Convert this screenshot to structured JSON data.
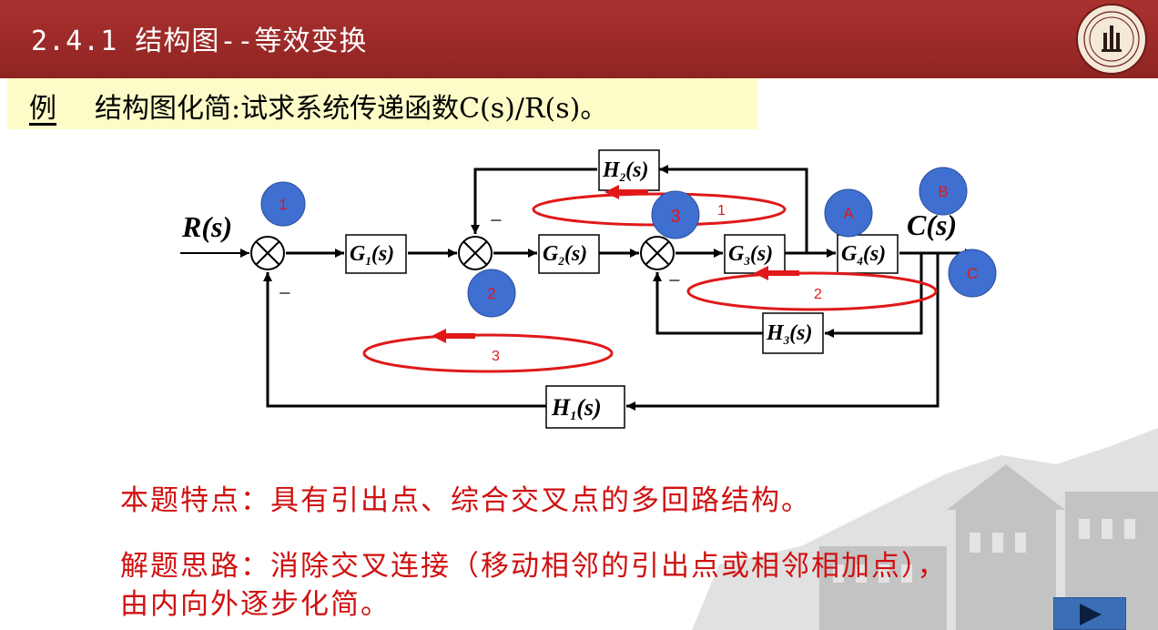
{
  "header": {
    "title": "2.4.1 结构图--等效变换"
  },
  "example": {
    "tag": "例",
    "text": "结构图化简:试求系统传递函数C(s)/R(s)。"
  },
  "diagram": {
    "input_label": "R(s)",
    "output_label": "C(s)",
    "minus_sign": "−",
    "blocks": {
      "g1": "G",
      "g2": "G",
      "g3": "G",
      "g4": "G",
      "h1": "H",
      "h2": "H",
      "h3": "H",
      "sub_1": "1",
      "sub_2": "2",
      "sub_3": "3",
      "sub_4": "4",
      "arg": "(s)"
    },
    "markers": {
      "sum1": "1",
      "sum2": "2",
      "sum3": "3",
      "node_a": "A",
      "node_b": "B",
      "node_c": "C"
    },
    "loops": {
      "loop1": "1",
      "loop2": "2",
      "loop3": "3"
    },
    "colors": {
      "marker_fill": "#3f6fd0",
      "loop_color": "#e01818",
      "line_color": "#000000"
    }
  },
  "notes": {
    "feature": "本题特点：具有引出点、综合交叉点的多回路结构。",
    "idea_line1": "解题思路：消除交叉连接（移动相邻的引出点或相邻相加点），",
    "idea_line2": "由内向外逐步化简。"
  },
  "nav": {
    "next_icon": "play-right-icon"
  }
}
